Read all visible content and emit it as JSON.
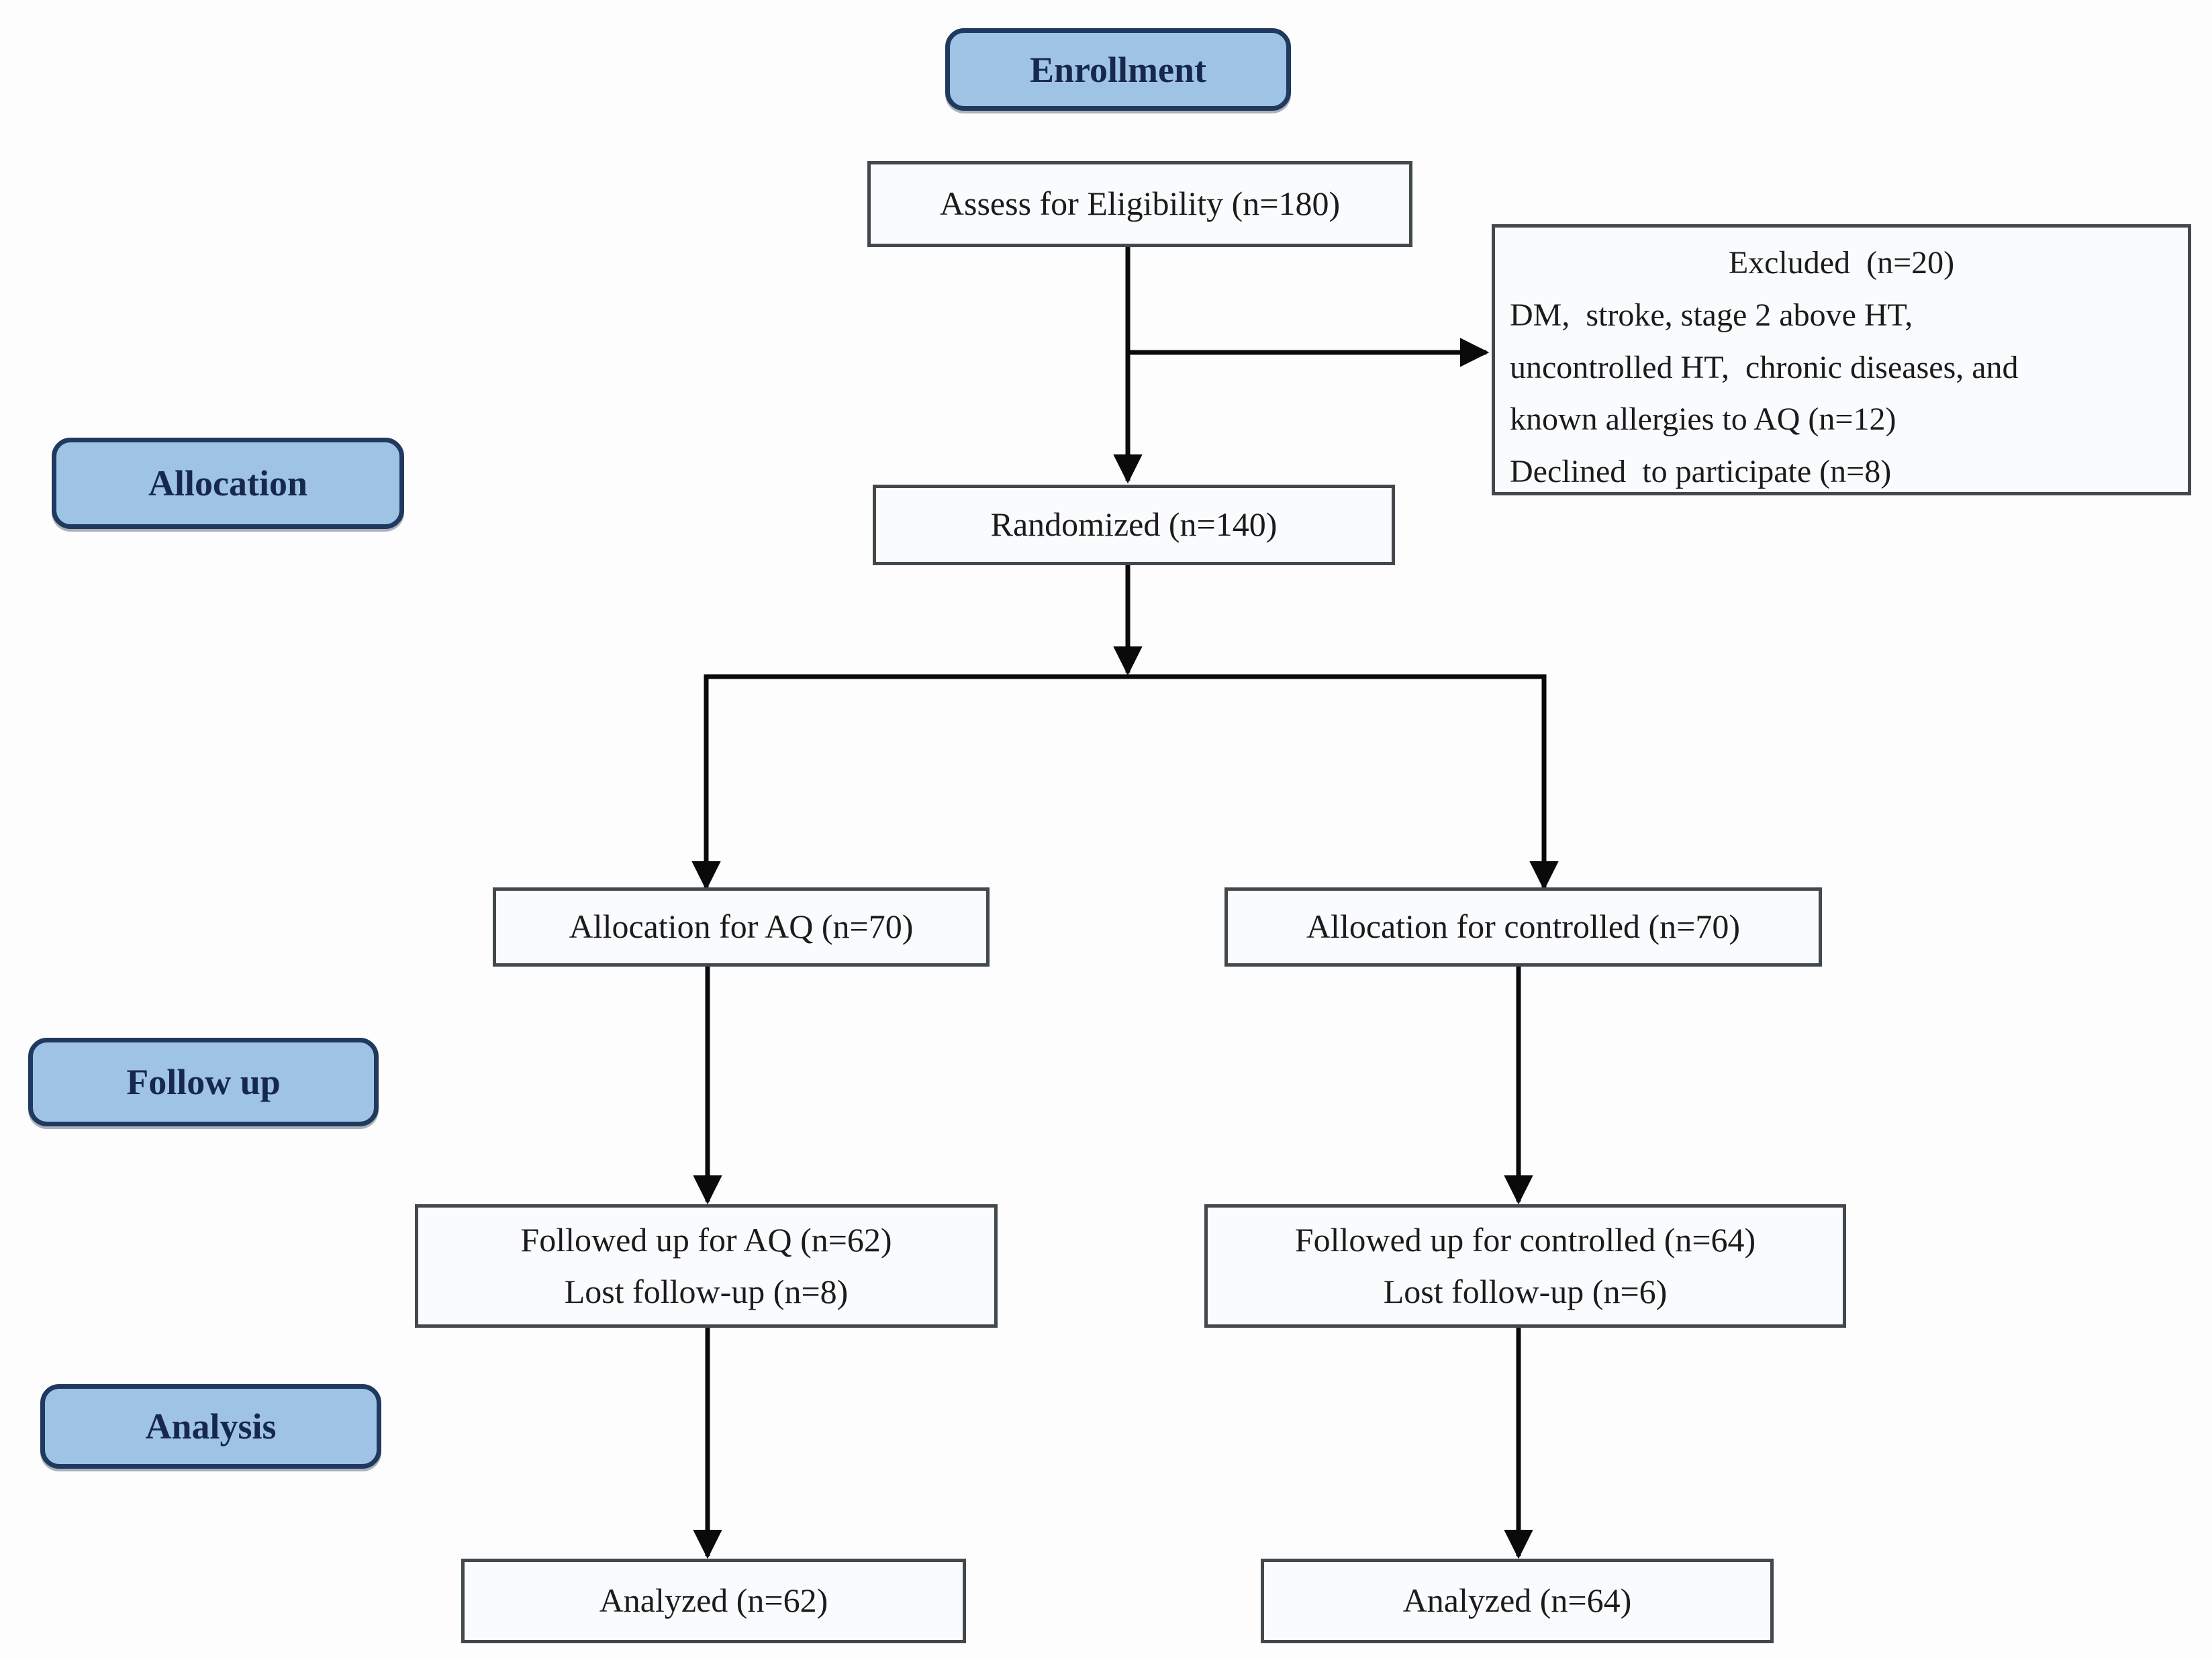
{
  "stages": {
    "enrollment": "Enrollment",
    "allocation": "Allocation",
    "follow_up": "Follow up",
    "analysis": "Analysis"
  },
  "nodes": {
    "assess": "Assess for Eligibility (n=180)",
    "excluded": {
      "title": "Excluded  (n=20)",
      "lines": [
        "DM,  stroke, stage 2 above HT,",
        "uncontrolled HT,  chronic diseases, and",
        "known allergies to AQ (n=12)",
        "Declined  to participate (n=8)"
      ]
    },
    "randomized": "Randomized (n=140)",
    "alloc_aq": "Allocation for AQ (n=70)",
    "alloc_control": "Allocation for controlled (n=70)",
    "follow_aq": {
      "line1": "Followed up for AQ (n=62)",
      "line2": "Lost follow-up (n=8)"
    },
    "follow_control": {
      "line1": "Followed up for controlled (n=64)",
      "line2": "Lost follow-up (n=6)"
    },
    "analyzed_aq": "Analyzed (n=62)",
    "analyzed_control": "Analyzed (n=64)"
  },
  "colors": {
    "page_bg": "#fdfdfd",
    "stage_fill": "#9fc3e4",
    "stage_border": "#20395e",
    "stage_text": "#16294d",
    "node_fill": "#f9fbfd",
    "node_border": "#43484d",
    "node_text": "#1b1b1b",
    "arrow": "#0a0a0a"
  }
}
